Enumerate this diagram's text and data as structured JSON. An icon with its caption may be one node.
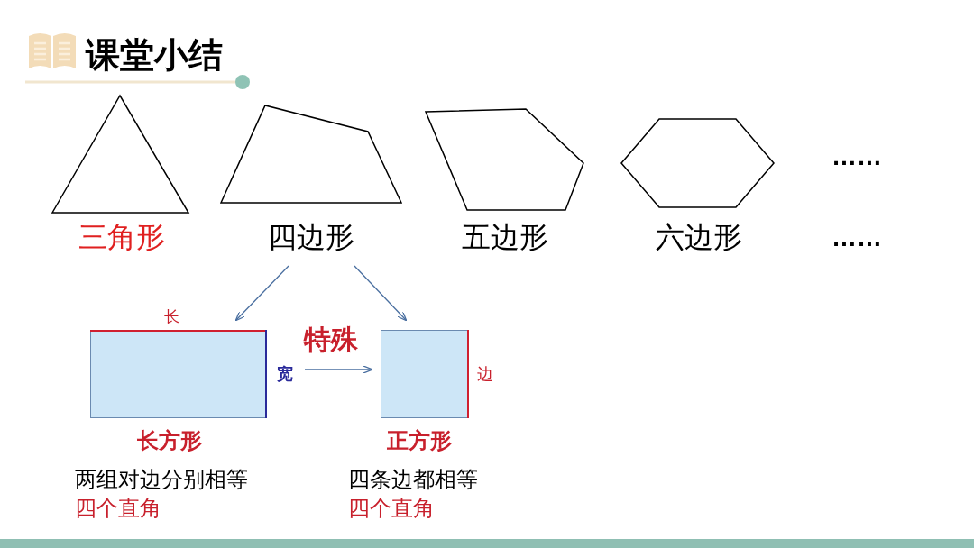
{
  "diagram": {
    "title": "课堂小结",
    "nodes": [
      {
        "text": [
          "三角形"
        ]
      },
      {
        "text": [
          "四边形"
        ]
      },
      {
        "text": [
          "五边形"
        ]
      },
      {
        "text": [
          "六边形"
        ]
      },
      {
        "text": [
          "长方形"
        ],
        "beside": [
          "长",
          "宽",
          "两组对边分别相等",
          "四个直角"
        ]
      },
      {
        "text": [
          "正方形"
        ],
        "beside": [
          "边",
          "四条边都相等",
          "四个直角"
        ]
      }
    ],
    "edges": [
      {
        "from": 1,
        "to": 4,
        "arrow": "to"
      },
      {
        "from": 1,
        "to": 5,
        "arrow": "to"
      },
      {
        "from": 4,
        "to": 5,
        "arrow": "to",
        "label": "特殊"
      }
    ],
    "labels": [
      "……",
      "……"
    ]
  }
}
